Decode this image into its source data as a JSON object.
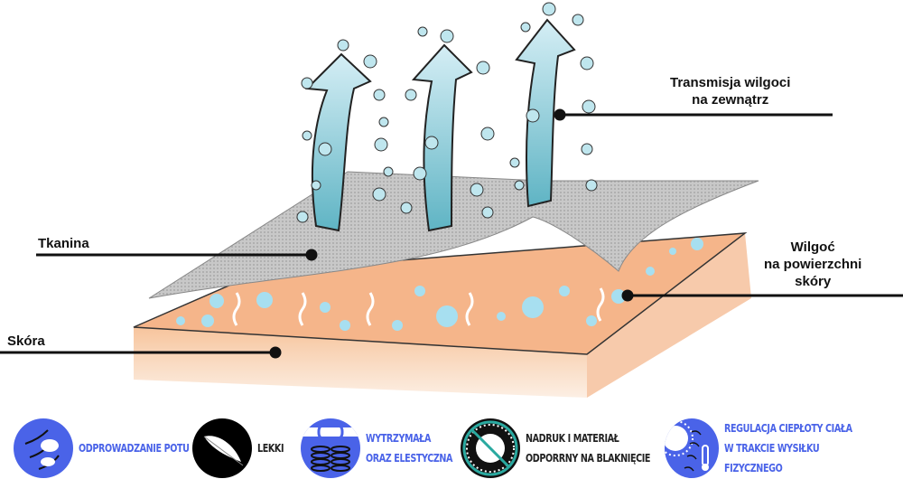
{
  "labels": {
    "moisture_out": [
      "Transmisja wilgoci",
      "na zewnątrz"
    ],
    "fabric": "Tkanina",
    "skin_moisture": [
      "Wilgoć",
      "na powierzchni",
      "skóry"
    ],
    "skin": "Skóra"
  },
  "features": [
    {
      "icon": "sweat-wicking-icon",
      "lines": [
        "ODPROWADZANIE POTU"
      ],
      "color": "#4a63e8"
    },
    {
      "icon": "feather-icon",
      "lines": [
        "LEKKI"
      ],
      "color": "#222222"
    },
    {
      "icon": "chain-spring-icon",
      "lines": [
        "WYTRZYMAŁA",
        "ORAZ ELESTYCZNA"
      ],
      "color": "#4a63e8"
    },
    {
      "icon": "no-fade-sun-icon",
      "lines": [
        "NADRUK I MATERIAŁ",
        "ODPORRNY NA BLAKNIĘCIE"
      ],
      "color": "#222222"
    },
    {
      "icon": "sun-thermometer-icon",
      "lines": [
        "REGULACJA CIEPŁOTY CIAŁA",
        "W TRAKCIE WYSIŁKU FIZYCZNEGO"
      ],
      "color": "#4a63e8"
    }
  ],
  "colors": {
    "accent": "#4a63e8",
    "skin": "#f5b58a",
    "arrow": "#8fd0dc"
  }
}
